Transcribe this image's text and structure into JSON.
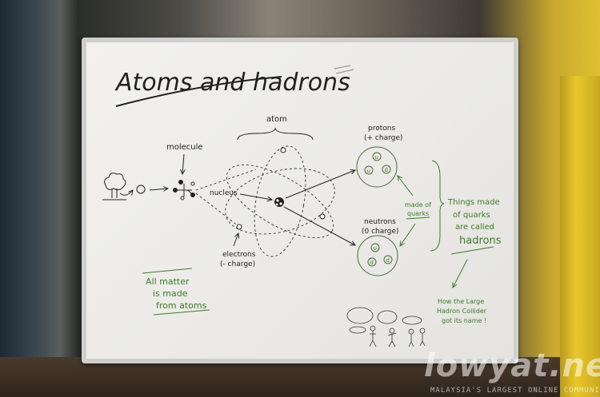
{
  "whiteboard": {
    "title": "Atoms and hadrons",
    "labels": {
      "atom": "atom",
      "molecule": "molecule",
      "nucleus": "nucleus",
      "electrons": "electrons",
      "electrons_charge": "(- charge)",
      "protons": "protons",
      "protons_charge": "(+ charge)",
      "neutrons": "neutrons",
      "neutrons_charge": "(0 charge)",
      "made_of": "made of",
      "quarks": "quarks",
      "proton_quarks": [
        "u",
        "u",
        "d"
      ],
      "neutron_quarks": [
        "u",
        "d",
        "d"
      ]
    },
    "notes": {
      "all_matter": [
        "All matter",
        "is made",
        "from atoms"
      ],
      "hadrons": [
        "Things made",
        "of quarks",
        "are called",
        "hadrons"
      ],
      "lhc": [
        "How the Large",
        "Hadron Collider",
        "got its name !"
      ]
    }
  },
  "watermark": {
    "logo": "lowyat.net",
    "tagline": "MALAYSIA'S LARGEST ONLINE COMMUNITY"
  }
}
